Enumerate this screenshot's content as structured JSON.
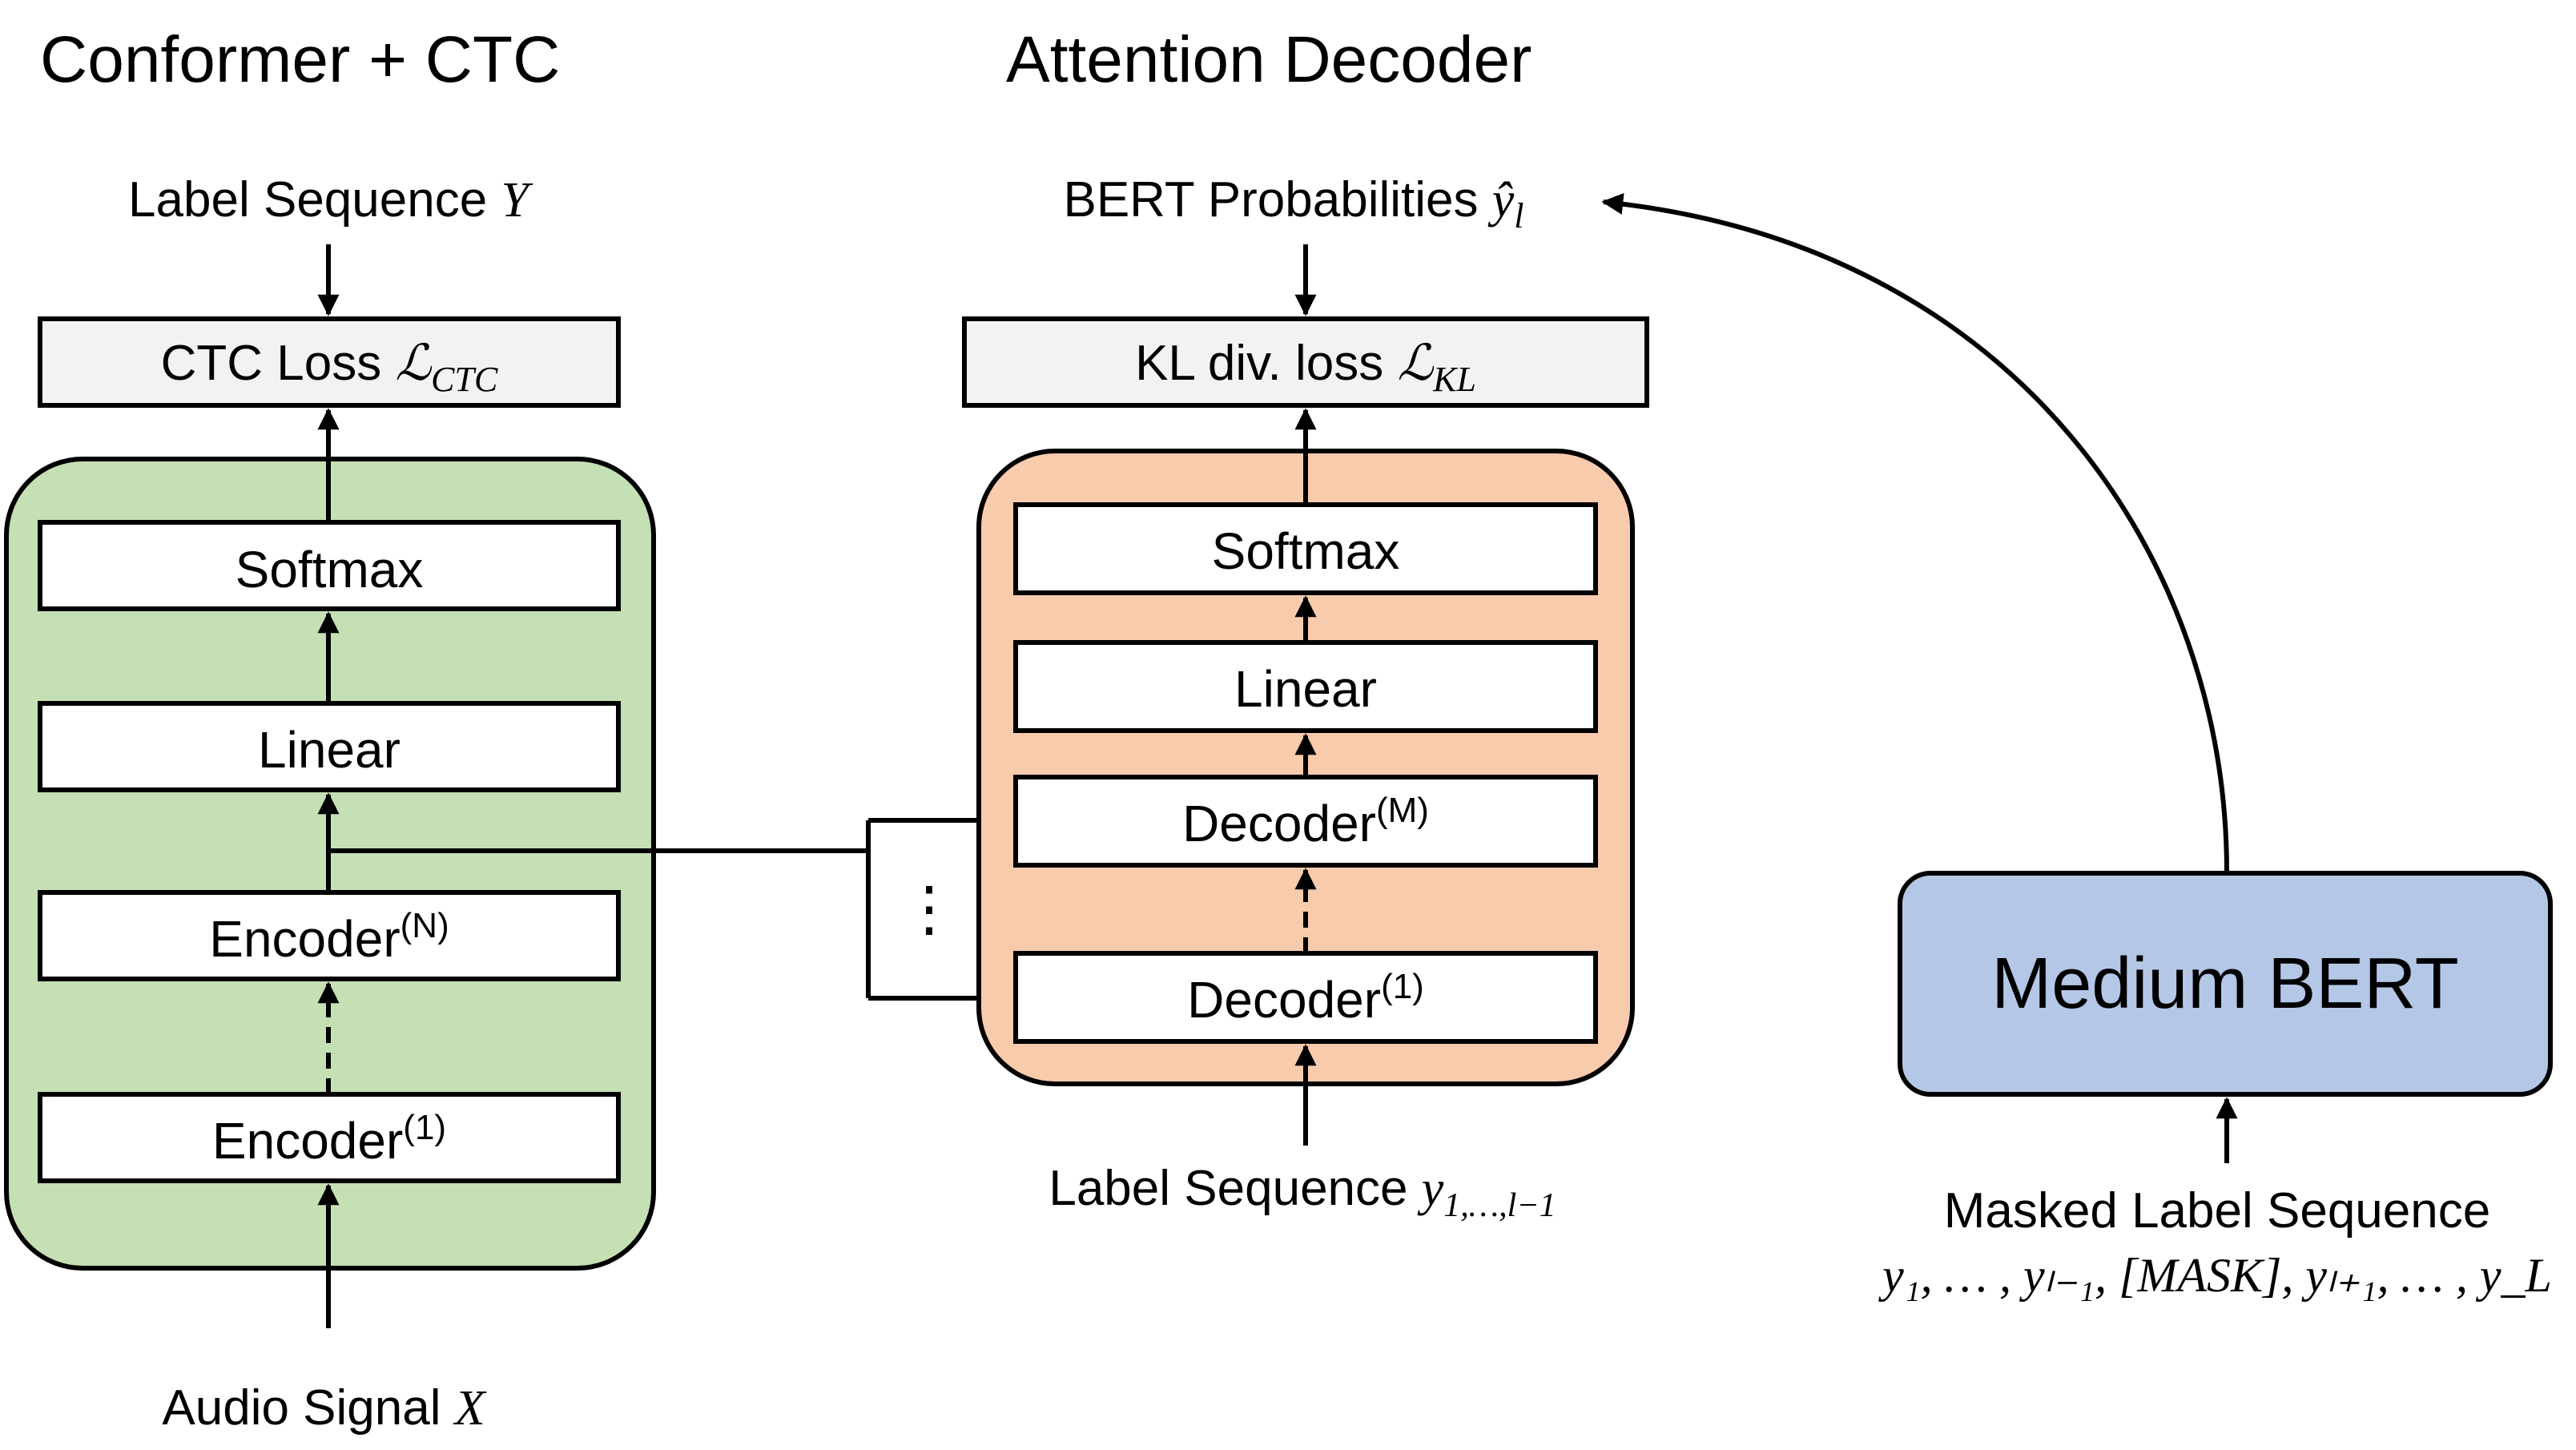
{
  "titles": {
    "left": "Conformer + CTC",
    "middle": "Attention Decoder"
  },
  "left": {
    "output_label_text": "Label Sequence ",
    "output_label_var": "Y",
    "loss_text": "CTC Loss ",
    "loss_symbol": "ℒ",
    "loss_sub": "CTC",
    "softmax": "Softmax",
    "linear": "Linear",
    "encoder_top": "Encoder",
    "encoder_top_sup": "(N)",
    "encoder_bottom": "Encoder",
    "encoder_bottom_sup": "(1)",
    "input_label_text": "Audio Signal ",
    "input_label_var": "X"
  },
  "middle": {
    "output_label_text": "BERT Probabilities ",
    "output_label_var": "ŷ",
    "output_label_sub": "l",
    "loss_text": "KL div. loss ",
    "loss_symbol": "ℒ",
    "loss_sub": "KL",
    "softmax": "Softmax",
    "linear": "Linear",
    "decoder_top": "Decoder",
    "decoder_top_sup": "(M)",
    "decoder_bottom": "Decoder",
    "decoder_bottom_sup": "(1)",
    "dots": "⋮",
    "input_label_text": "Label Sequence ",
    "input_label_var": "y",
    "input_label_sub": "1,…,l−1"
  },
  "right": {
    "bert": "Medium BERT",
    "masked_label": "Masked Label Sequence",
    "masked_seq": "y₁, … , yₗ₋₁, [MASK], yₗ₊₁, … , y_L"
  },
  "colors": {
    "green": "#c5e0b4",
    "orange": "#f8cbad",
    "blue": "#b4c7e7",
    "gray": "#f2f2f2"
  }
}
